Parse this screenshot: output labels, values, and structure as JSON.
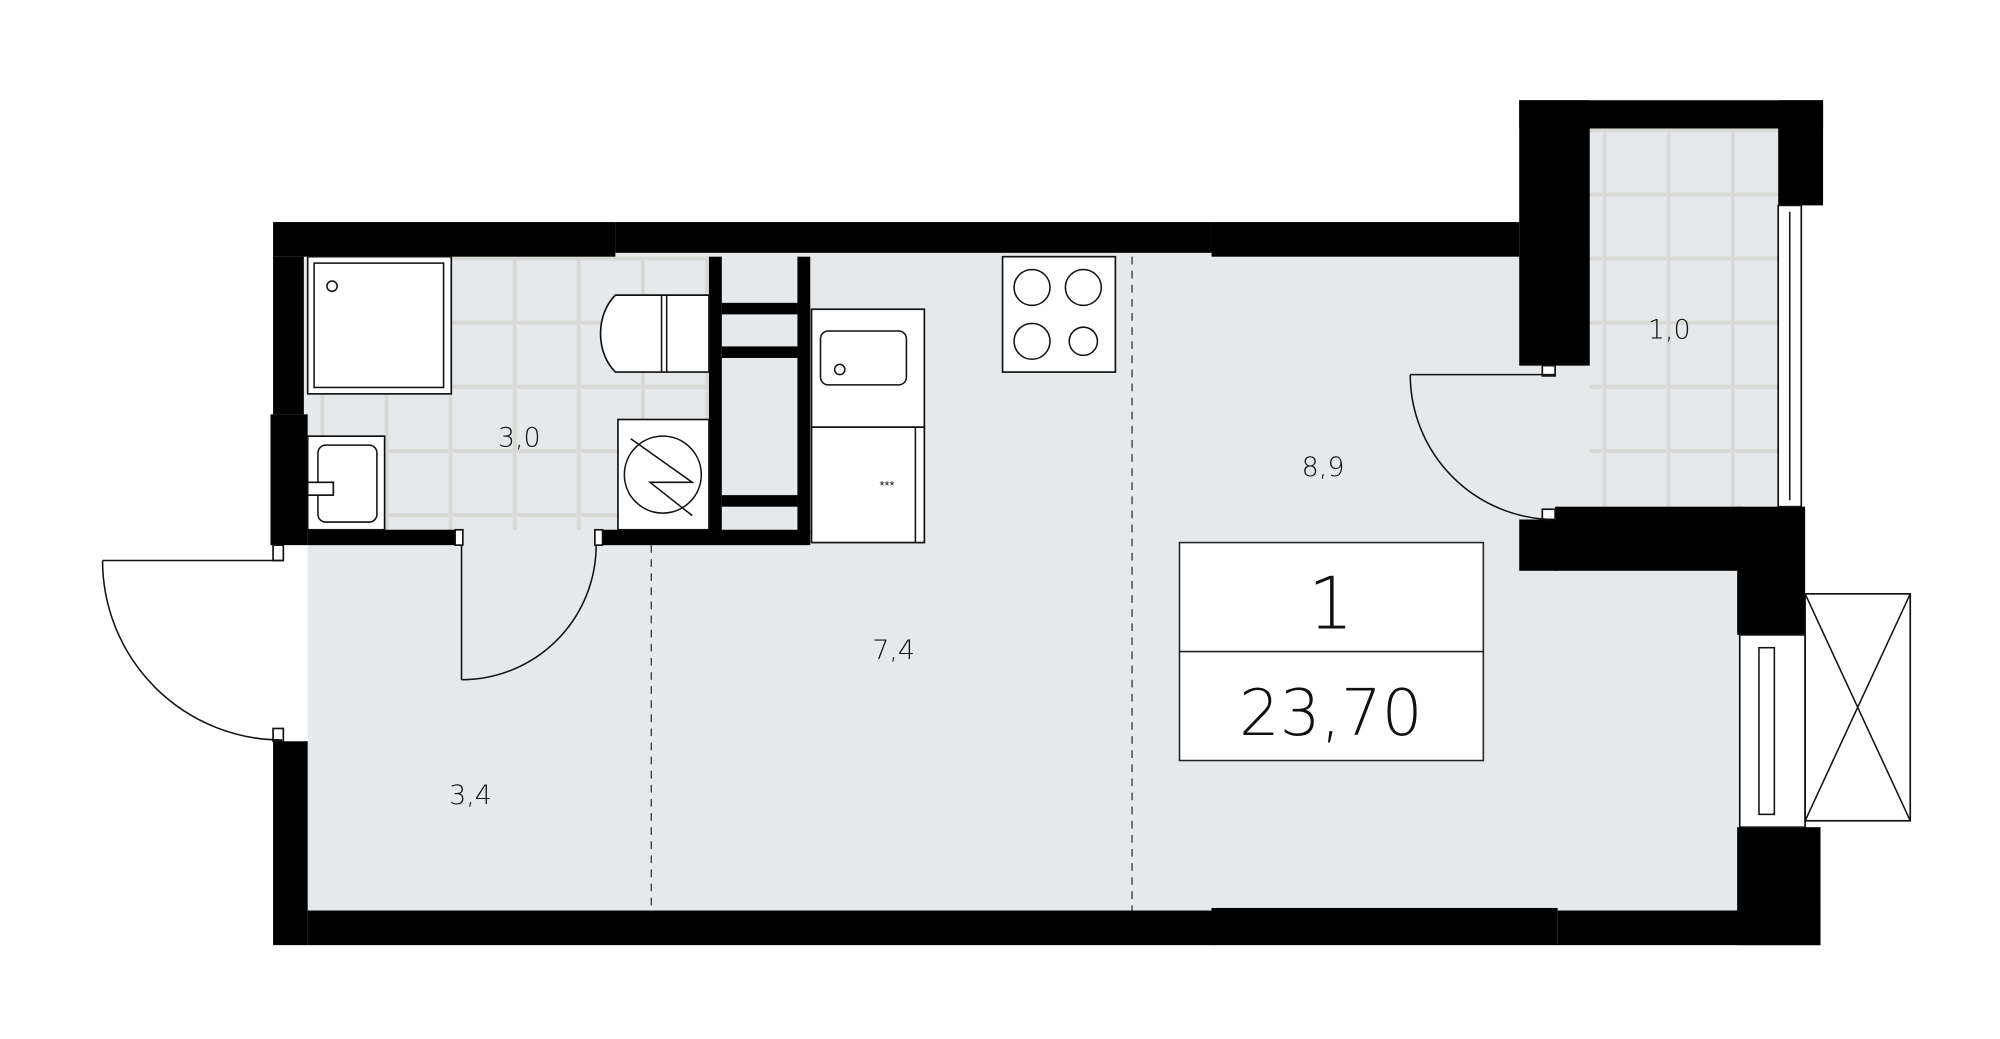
{
  "plan": {
    "rooms": [
      {
        "name": "bathroom",
        "area": "3,0"
      },
      {
        "name": "hallway",
        "area": "3,4"
      },
      {
        "name": "kitchen",
        "area": "7,4"
      },
      {
        "name": "living",
        "area": "8,9"
      },
      {
        "name": "balcony",
        "area": "1,0"
      }
    ],
    "room_count": "1",
    "total_area": "23,70",
    "colors": {
      "floor": "#e6e9ec",
      "wall": "#000000",
      "tile_line": "#cfd0cc"
    }
  }
}
